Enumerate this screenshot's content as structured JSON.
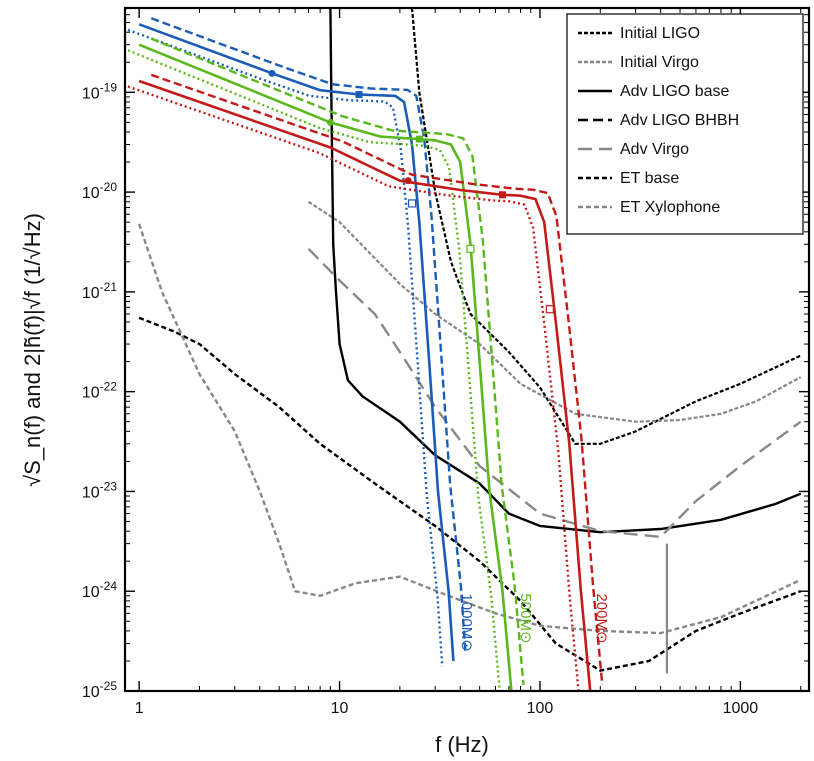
{
  "chart_data": {
    "type": "line",
    "title": "",
    "xlabel": "f (Hz)",
    "ylabel": "√S_n(f)  and  2|h̃(f)|√f  (1/√Hz)",
    "xscale": "log",
    "yscale": "log",
    "xlim": [
      0.85,
      2200
    ],
    "ylim": [
      1e-25,
      7e-19
    ],
    "x_ticks": [
      {
        "value": 1,
        "label": "1"
      },
      {
        "value": 10,
        "label": "10"
      },
      {
        "value": 100,
        "label": "100"
      },
      {
        "value": 1000,
        "label": "1000"
      }
    ],
    "y_ticks": [
      {
        "value": 1e-25,
        "base": "10",
        "exp": "-25"
      },
      {
        "value": 1e-24,
        "base": "10",
        "exp": "-24"
      },
      {
        "value": 1e-23,
        "base": "10",
        "exp": "-23"
      },
      {
        "value": 1e-22,
        "base": "10",
        "exp": "-22"
      },
      {
        "value": 1e-21,
        "base": "10",
        "exp": "-21"
      },
      {
        "value": 1e-20,
        "base": "10",
        "exp": "-20"
      },
      {
        "value": 1e-19,
        "base": "10",
        "exp": "-19"
      }
    ],
    "grid": false,
    "legend_position": "top-right",
    "legend": [
      {
        "name": "Initial LIGO",
        "color": "#000000",
        "dash": "4,2"
      },
      {
        "name": "Initial Virgo",
        "color": "#888888",
        "dash": "4,2"
      },
      {
        "name": "Adv LIGO base",
        "color": "#000000",
        "dash": ""
      },
      {
        "name": "Adv LIGO BHBH",
        "color": "#000000",
        "dash": "10,5"
      },
      {
        "name": "Adv Virgo",
        "color": "#888888",
        "dash": "14,7"
      },
      {
        "name": "ET base",
        "color": "#000000",
        "dash": "5,3"
      },
      {
        "name": "ET Xylophone",
        "color": "#888888",
        "dash": "5,3"
      }
    ],
    "noise_curves": [
      {
        "name": "Initial LIGO",
        "color": "#000000",
        "dash": "4,2",
        "width": 2.2,
        "points": [
          [
            23,
            7e-19
          ],
          [
            25,
            1e-19
          ],
          [
            30,
            1e-20
          ],
          [
            36,
            2e-21
          ],
          [
            45,
            6e-22
          ],
          [
            70,
            2.5e-22
          ],
          [
            100,
            1.1e-22
          ],
          [
            150,
            3e-23
          ],
          [
            200,
            3e-23
          ],
          [
            300,
            4e-23
          ],
          [
            600,
            8e-23
          ],
          [
            1000,
            1.2e-22
          ],
          [
            2000,
            2.3e-22
          ]
        ]
      },
      {
        "name": "Initial Virgo",
        "color": "#888888",
        "dash": "4,2",
        "width": 2.2,
        "points": [
          [
            7,
            8e-21
          ],
          [
            10,
            5e-21
          ],
          [
            20,
            1.2e-21
          ],
          [
            30,
            6e-22
          ],
          [
            50,
            3e-22
          ],
          [
            80,
            1.2e-22
          ],
          [
            150,
            6e-23
          ],
          [
            300,
            5e-23
          ],
          [
            500,
            5.2e-23
          ],
          [
            800,
            6e-23
          ],
          [
            1200,
            8e-23
          ],
          [
            2000,
            1.4e-22
          ]
        ]
      },
      {
        "name": "Adv LIGO base",
        "color": "#000000",
        "dash": "",
        "width": 2.4,
        "points": [
          [
            9,
            7e-19
          ],
          [
            9.1,
            1e-19
          ],
          [
            9.3,
            3e-21
          ],
          [
            9.6,
            1e-21
          ],
          [
            10,
            3e-22
          ],
          [
            11,
            1.3e-22
          ],
          [
            13,
            9e-23
          ],
          [
            20,
            5e-23
          ],
          [
            30,
            2.3e-23
          ],
          [
            50,
            1.2e-23
          ],
          [
            70,
            6e-24
          ],
          [
            100,
            4.5e-24
          ],
          [
            200,
            3.9e-24
          ],
          [
            400,
            4.2e-24
          ],
          [
            800,
            5.2e-24
          ],
          [
            1500,
            7.5e-24
          ],
          [
            2000,
            9.5e-24
          ]
        ]
      },
      {
        "name": "Adv Virgo",
        "color": "#888888",
        "dash": "14,7",
        "width": 2.4,
        "points": [
          [
            7,
            2.7e-21
          ],
          [
            10,
            1.3e-21
          ],
          [
            15,
            6e-22
          ],
          [
            20,
            2.5e-22
          ],
          [
            30,
            7e-23
          ],
          [
            50,
            1.8e-23
          ],
          [
            100,
            6e-24
          ],
          [
            200,
            4e-24
          ],
          [
            400,
            3.5e-24
          ],
          [
            600,
            8e-24
          ],
          [
            1000,
            1.8e-23
          ],
          [
            2000,
            5e-23
          ]
        ]
      },
      {
        "name": "ET base",
        "color": "#000000",
        "dash": "5,3",
        "width": 2.4,
        "points": [
          [
            1,
            5.5e-22
          ],
          [
            1.5,
            4e-22
          ],
          [
            2,
            3e-22
          ],
          [
            3,
            1.5e-22
          ],
          [
            5,
            7e-23
          ],
          [
            8,
            3e-23
          ],
          [
            15,
            1.2e-23
          ],
          [
            30,
            4.5e-24
          ],
          [
            50,
            2e-24
          ],
          [
            80,
            8e-25
          ],
          [
            120,
            3e-25
          ],
          [
            200,
            1.6e-25
          ],
          [
            350,
            2e-25
          ],
          [
            600,
            4e-25
          ],
          [
            1000,
            6e-25
          ],
          [
            2000,
            1e-24
          ]
        ]
      },
      {
        "name": "ET Xylophone",
        "color": "#888888",
        "dash": "5,3",
        "width": 2.4,
        "points": [
          [
            1,
            4.8e-21
          ],
          [
            1.3,
            1e-21
          ],
          [
            1.6,
            4e-22
          ],
          [
            2,
            1.5e-22
          ],
          [
            3,
            4e-23
          ],
          [
            4,
            1e-23
          ],
          [
            5,
            3e-24
          ],
          [
            6,
            1e-24
          ],
          [
            8,
            9e-25
          ],
          [
            12,
            1.2e-24
          ],
          [
            20,
            1.4e-24
          ],
          [
            35,
            9e-25
          ],
          [
            60,
            6e-25
          ],
          [
            100,
            4.5e-25
          ],
          [
            200,
            4e-25
          ],
          [
            400,
            3.8e-25
          ],
          [
            800,
            5.5e-25
          ],
          [
            2000,
            1.3e-24
          ]
        ]
      }
    ],
    "signal_curves": [
      {
        "mass_label": "1000",
        "color": "#1a5cb8",
        "base": [
          [
            1,
            4.8e-19
          ],
          [
            4.6,
            1.55e-19
          ],
          [
            8,
            1.05e-19
          ],
          [
            12.5,
            9.5e-20
          ],
          [
            19,
            9.2e-20
          ],
          [
            21,
            8e-20
          ],
          [
            23,
            3e-20
          ],
          [
            25,
            5e-21
          ],
          [
            28,
            2e-22
          ],
          [
            31,
            1e-23
          ],
          [
            35,
            1e-24
          ],
          [
            37,
            2e-25
          ]
        ],
        "label_x": 38,
        "label_y": 9.5e-25,
        "markers": [
          {
            "x": 4.6,
            "y": 1.55e-19,
            "shape": "circle"
          },
          {
            "x": 12.5,
            "y": 9.5e-20,
            "shape": "square"
          },
          {
            "x": 23,
            "y": 7.7e-21,
            "shape": "open-square"
          }
        ]
      },
      {
        "mass_label": "500",
        "color": "#5ab81e",
        "base": [
          [
            1,
            3e-19
          ],
          [
            9,
            5e-20
          ],
          [
            16,
            3.6e-20
          ],
          [
            25,
            3.4e-20
          ],
          [
            30,
            3.3e-20
          ],
          [
            36,
            3e-20
          ],
          [
            40,
            2e-20
          ],
          [
            45,
            3e-21
          ],
          [
            50,
            2e-22
          ],
          [
            56,
            1e-23
          ],
          [
            65,
            1e-24
          ],
          [
            72,
            1e-25
          ]
        ],
        "label_x": 75,
        "label_y": 9.5e-25,
        "markers": [
          {
            "x": 9,
            "y": 5e-20,
            "shape": "circle"
          },
          {
            "x": 25,
            "y": 3.4e-20,
            "shape": "square"
          },
          {
            "x": 45,
            "y": 2.7e-21,
            "shape": "open-square"
          }
        ]
      },
      {
        "mass_label": "200",
        "color": "#c41a1a",
        "base": [
          [
            1,
            1.3e-19
          ],
          [
            9,
            2.8e-20
          ],
          [
            20,
            1.3e-20
          ],
          [
            40,
            1.05e-20
          ],
          [
            65,
            9.4e-21
          ],
          [
            80,
            9.2e-21
          ],
          [
            95,
            8.5e-21
          ],
          [
            105,
            5e-21
          ],
          [
            120,
            5e-22
          ],
          [
            140,
            3e-23
          ],
          [
            160,
            1e-24
          ],
          [
            178,
            1e-25
          ]
        ],
        "label_x": 180,
        "label_y": 9.5e-25,
        "markers": [
          {
            "x": 22,
            "y": 1.3e-20,
            "shape": "circle"
          },
          {
            "x": 65,
            "y": 9.4e-21,
            "shape": "square"
          },
          {
            "x": 112,
            "y": 6.7e-22,
            "shape": "open-square"
          }
        ]
      }
    ],
    "signal_variant_ratios": {
      "bhbh_dashed": 1.15,
      "dotted": 0.88
    },
    "vertical_line": {
      "x": 430,
      "y_top": 3e-24,
      "y_bottom": 1.5e-25,
      "color": "#888888"
    },
    "mass_unit_symbol": "M⊙"
  }
}
